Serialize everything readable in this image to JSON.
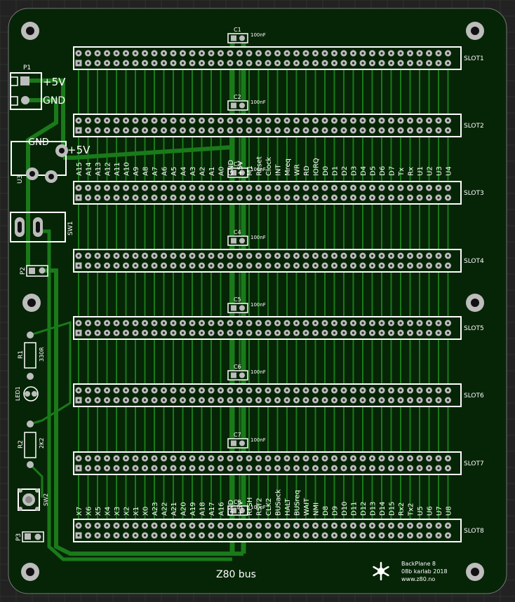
{
  "slots": [
    "SLOT1",
    "SLOT2",
    "SLOT3",
    "SLOT4",
    "SLOT5",
    "SLOT6",
    "SLOT7",
    "SLOT8"
  ],
  "caps": [
    {
      "ref": "C1",
      "val": "100nF"
    },
    {
      "ref": "C2",
      "val": "100nF"
    },
    {
      "ref": "C3",
      "val": "100nF"
    },
    {
      "ref": "C4",
      "val": "100nF"
    },
    {
      "ref": "C5",
      "val": "100nF"
    },
    {
      "ref": "C6",
      "val": "100nF"
    },
    {
      "ref": "C7",
      "val": "100nF"
    },
    {
      "ref": "C8",
      "val": "100nF"
    }
  ],
  "top_signals": [
    "A15",
    "A14",
    "A13",
    "A12",
    "A11",
    "A10",
    "A9",
    "A8",
    "A7",
    "A6",
    "A5",
    "A4",
    "A3",
    "A2",
    "A1",
    "A0",
    "GND",
    "+5V",
    "M1",
    "Reset",
    "Clock",
    "INT",
    "Mreq",
    "WR",
    "RD",
    "IORQ",
    "D0",
    "D1",
    "D2",
    "D3",
    "D4",
    "D5",
    "D6",
    "D7",
    "Tx",
    "Rx",
    "U1",
    "U2",
    "U3",
    "U4"
  ],
  "bottom_signals": [
    "X7",
    "X6",
    "X5",
    "X4",
    "X3",
    "X2",
    "X1",
    "X0",
    "A23",
    "A22",
    "A21",
    "A20",
    "A19",
    "A18",
    "A17",
    "A16",
    "GND",
    "+5V",
    "RFSH",
    "RST2",
    "CLK2",
    "BUSack",
    "HALT",
    "BUSreq",
    "WAIT",
    "NMI",
    "D8",
    "D9",
    "D10",
    "D11",
    "D12",
    "D13",
    "D14",
    "D15",
    "Rx2",
    "Tx2",
    "U5",
    "U6",
    "U7",
    "U8"
  ],
  "power_connector": {
    "ref": "P1",
    "pin1": "+5V",
    "pin2": "GND"
  },
  "regulator": {
    "ref": "U3",
    "left_label": "GND",
    "right_label": "+5V"
  },
  "switch": {
    "ref": "SW1"
  },
  "p2": {
    "ref": "P2"
  },
  "resistor1": {
    "ref": "R1",
    "val": "330R"
  },
  "led": {
    "ref": "LED1"
  },
  "resistor2": {
    "ref": "R2",
    "val": "2K2"
  },
  "button": {
    "ref": "SW2"
  },
  "p3": {
    "ref": "P3"
  },
  "board_title": "Z80 bus",
  "credits": [
    "BackPlane 8",
    "08b karlab 2018",
    "www.z80.no"
  ],
  "colors": {
    "board": "#062506",
    "grid": "#2c332c",
    "trace": "#1a7a1a",
    "silk": "#ffffff",
    "pad": "#bdbdbd"
  }
}
